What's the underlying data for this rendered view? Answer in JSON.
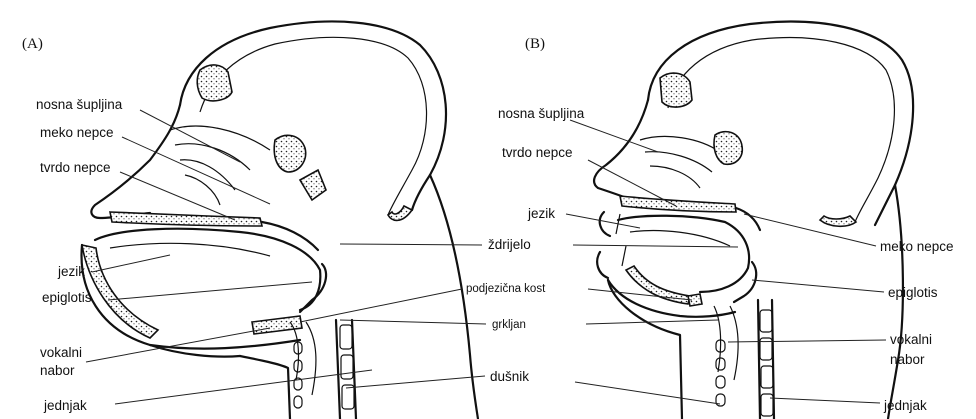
{
  "panel_a": {
    "tag": "(A)",
    "labels": {
      "nasal_cavity": "nosna šupljina",
      "soft_palate": "meko nepce",
      "hard_palate": "tvrdo nepce",
      "tongue": "jezik",
      "epiglottis": "epiglotis",
      "vocal_fold": [
        "vokalni",
        "nabor"
      ],
      "esophagus": "jednjak"
    }
  },
  "panel_b": {
    "tag": "(B)",
    "labels": {
      "nasal_cavity": "nosna šupljina",
      "hard_palate": "tvrdo nepce",
      "tongue": "jezik",
      "soft_palate": "meko nepce",
      "epiglottis": "epiglotis",
      "vocal_fold": [
        "vokalni",
        "nabor"
      ],
      "esophagus": "jednjak"
    }
  },
  "shared_labels": {
    "pharynx": "ždrijelo",
    "hyoid_bone": "podjezična kost",
    "larynx": "grkljan",
    "trachea": "dušnik"
  }
}
